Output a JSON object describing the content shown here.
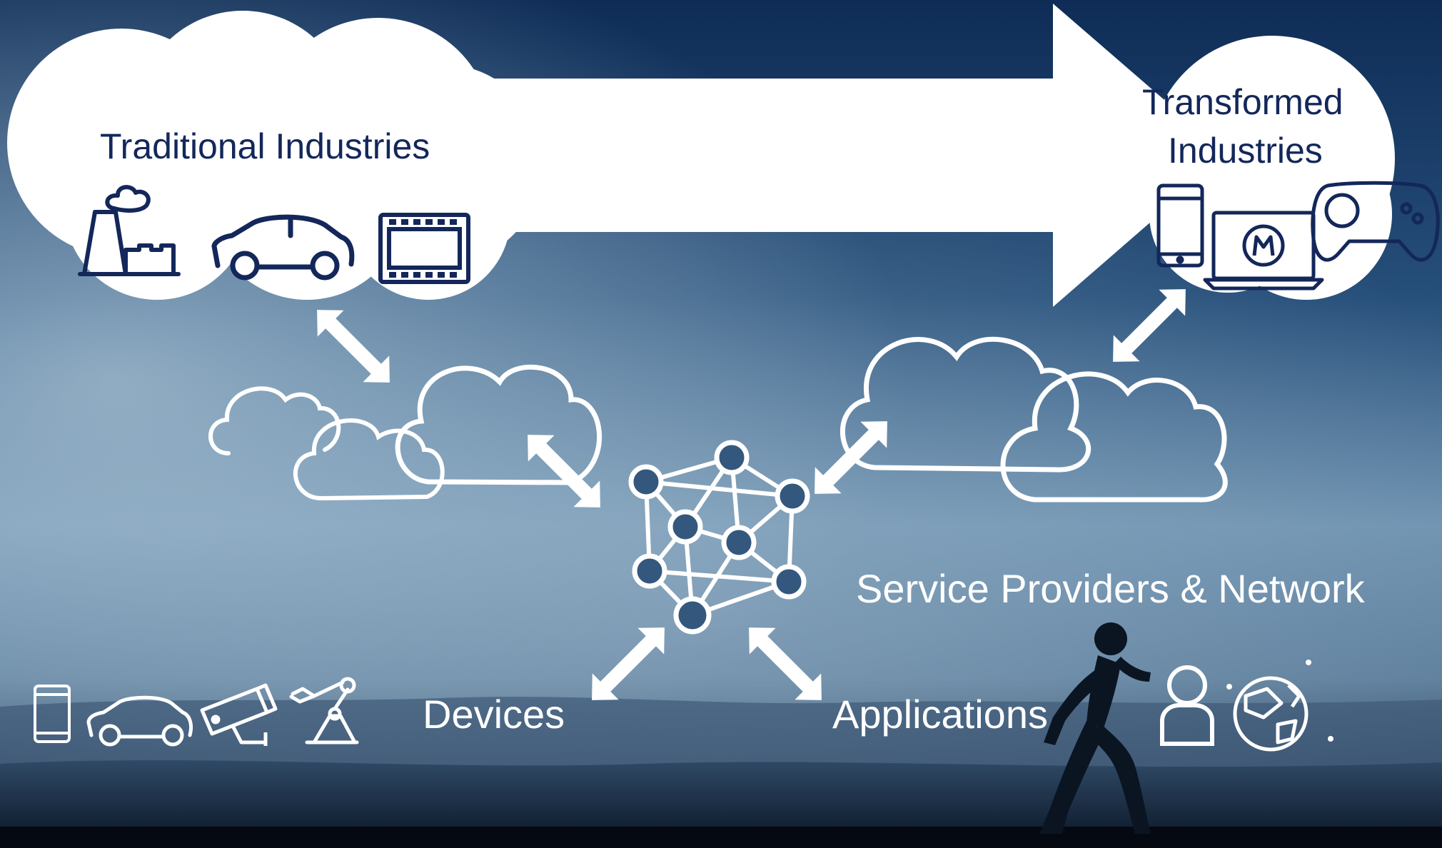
{
  "labels": {
    "traditional": "Traditional Industries",
    "transformed_line1": "Transformed",
    "transformed_line2": "Industries",
    "service_providers": "Service Providers & Network",
    "devices": "Devices",
    "applications": "Applications"
  },
  "icons": {
    "traditional": [
      "factory-icon",
      "car-icon",
      "film-strip-icon"
    ],
    "transformed": [
      "smartphone-icon",
      "laptop-icon",
      "gamepad-icon"
    ],
    "devices": [
      "smartphone-icon",
      "car-icon",
      "security-camera-icon",
      "robot-arm-icon"
    ],
    "applications": [
      "person-icon",
      "globe-icon"
    ],
    "hub": "network-mesh-icon"
  },
  "colors": {
    "sky_top": "#0e2c56",
    "sky_mid": "#3f6d95",
    "sky_light": "#90aec4",
    "cloud_fill": "#ffffff",
    "dark_text": "#13275a",
    "light_text": "#ffffff"
  }
}
